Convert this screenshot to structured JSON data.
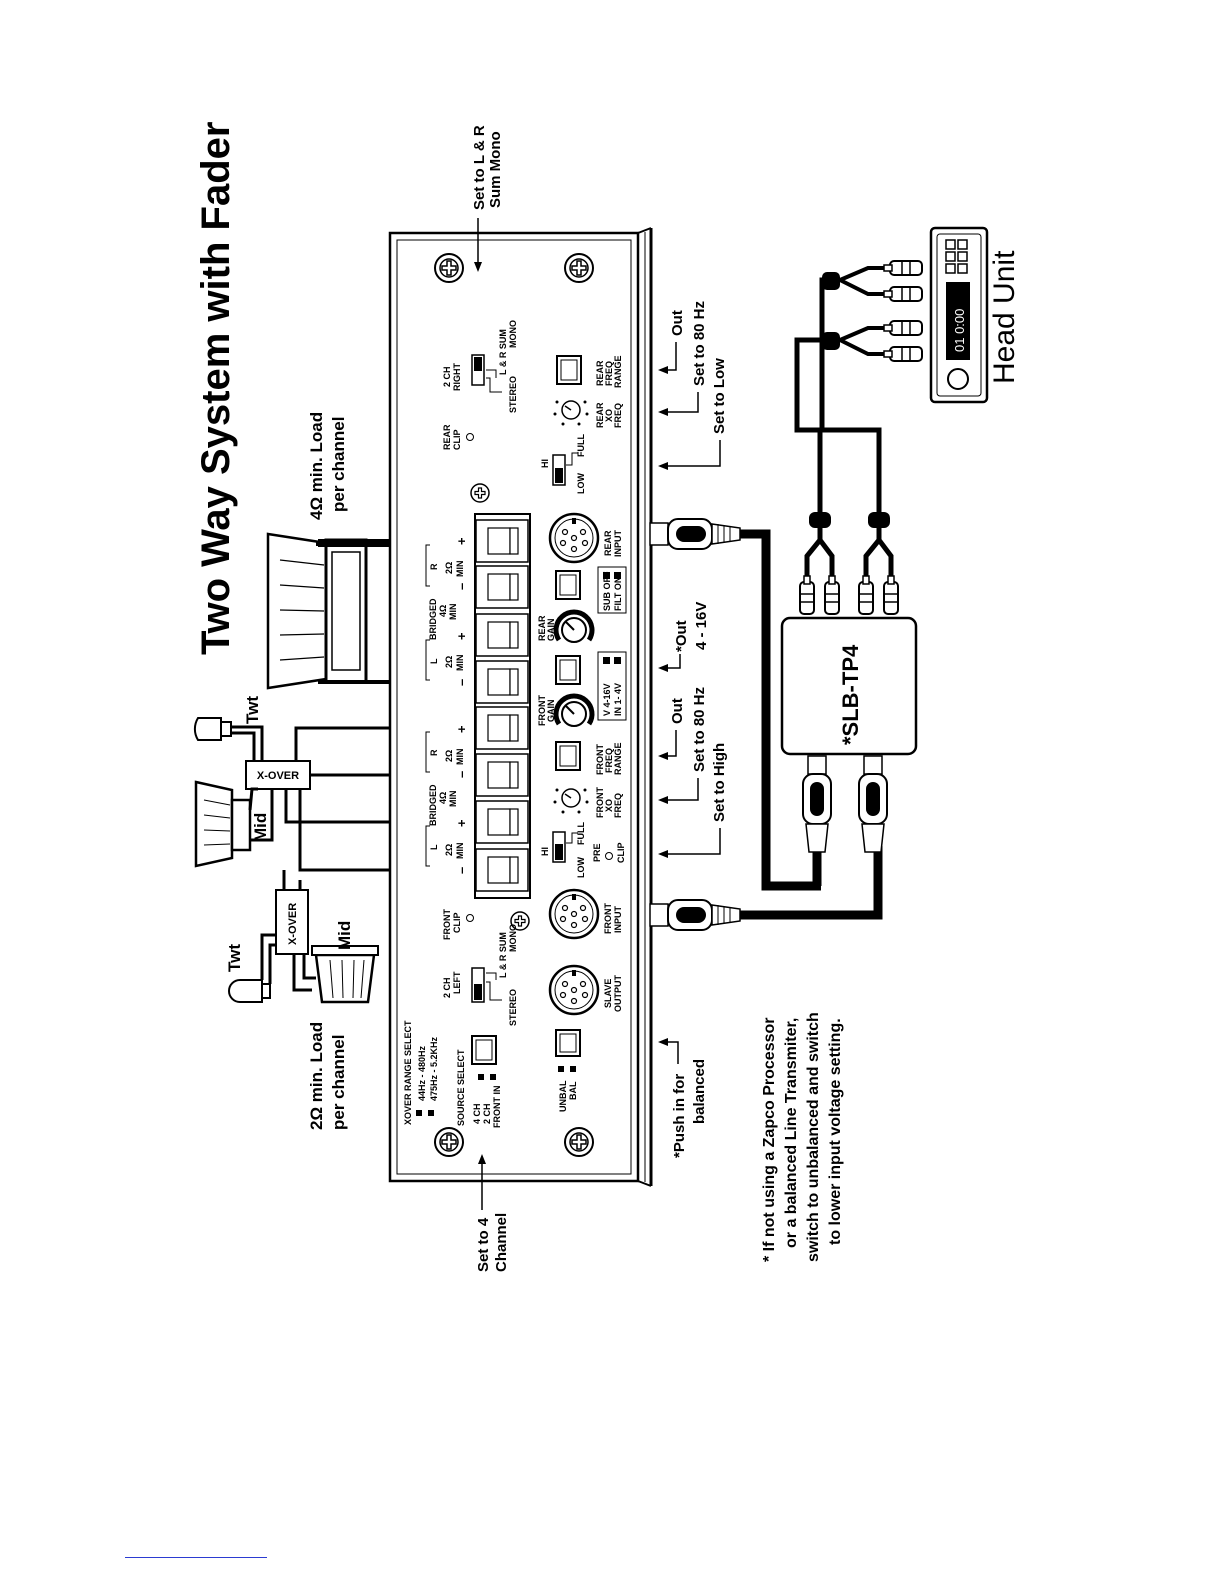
{
  "title": "Two Way System with Fader",
  "load_labels": {
    "rear_line1": "4Ω min. Load",
    "rear_line2": "per channel",
    "front_line1": "2Ω min. Load",
    "front_line2": "per channel"
  },
  "speakers": {
    "twt_top": "Twt",
    "mid_top": "Mid",
    "twt_bottom": "Twt",
    "mid_bottom": "Mid",
    "xover": "X-OVER"
  },
  "annotations": {
    "set_lr_1": "Set to L & R",
    "set_lr_2": "Sum Mono",
    "set4_1": "Set to 4",
    "set4_2": "Channel",
    "push_1": "*Push in for",
    "push_2": "balanced",
    "rear_out_1": "Out",
    "rear_out_2": "Set to 80 Hz",
    "rear_out_3": "Set to Low",
    "volt_1": "*Out",
    "volt_2": "4 - 16V",
    "front_out_1": "Out",
    "front_out_2": "Set to 80 Hz",
    "front_out_3": "Set to High"
  },
  "panel": {
    "xover_range_select": "XOVER RANGE SELECT",
    "range_a": "44Hz - 480Hz",
    "range_b": "475Hz - 5.2KHz",
    "source_select": "SOURCE SELECT",
    "src_4ch": "4 CH",
    "src_2ch": "2 CH",
    "src_front": "FRONT IN",
    "unbal": "UNBAL",
    "bal": "BAL",
    "slave_output_1": "SLAVE",
    "slave_output_2": "OUTPUT",
    "front_input_1": "FRONT",
    "front_input_2": "INPUT",
    "rear_input_1": "REAR",
    "rear_input_2": "INPUT",
    "two_ch_1": "2 CH",
    "left": "LEFT",
    "right": "RIGHT",
    "stereo": "STEREO",
    "lr_sum_1": "L & R SUM",
    "lr_sum_2": "MONO",
    "front_clip_1": "FRONT",
    "front_clip_2": "CLIP",
    "rear_clip_1": "REAR",
    "rear_clip_2": "CLIP",
    "hi": "HI",
    "low": "LOW",
    "full": "FULL",
    "pre_1": "PRE",
    "pre_2": "CLIP",
    "front_xo_1": "FRONT",
    "front_xo_2": "XO",
    "front_xo_3": "FREQ",
    "front_range_1": "FRONT",
    "front_range_2": "FREQ",
    "front_range_3": "RANGE",
    "rear_xo_1": "REAR",
    "rear_xo_2": "XO",
    "rear_xo_3": "FREQ",
    "rear_range_1": "REAR",
    "rear_range_2": "FREQ",
    "rear_range_3": "RANGE",
    "front_gain_1": "FRONT",
    "front_gain_2": "GAIN",
    "rear_gain_1": "REAR",
    "rear_gain_2": "GAIN",
    "v_in_1": "V  4-16V",
    "v_in_2": "IN   1- 4V",
    "sub_1": "SUB  OFF",
    "sub_2": "FILT   ON",
    "bridged": "BRIDGED",
    "term_2ohm_a": "2Ω",
    "term_min": "MIN",
    "term_4ohm": "4Ω",
    "L": "L",
    "R": "R",
    "plus": "+",
    "minus": "–"
  },
  "processor": "*SLB-TP4",
  "head_unit": "Head Unit",
  "head_display": "01  0:00",
  "footnote": {
    "line1": "* If not using a Zapco Processor",
    "line2": "or a balanced Line Transmiter,",
    "line3": "switch to unbalanced and switch",
    "line4": "to lower input voltage setting."
  }
}
